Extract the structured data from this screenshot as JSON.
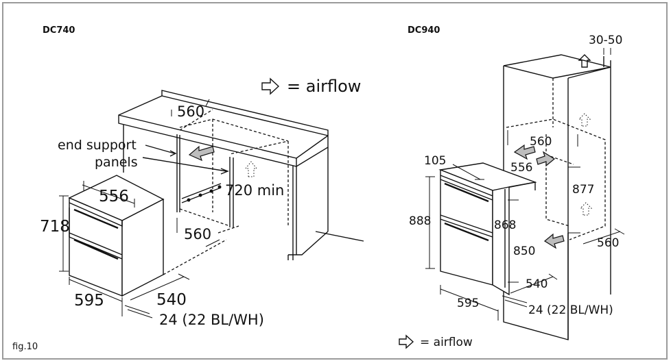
{
  "left_panel": {
    "model": "DC740",
    "legend_text": "= airflow",
    "end_support_line1": "end support",
    "end_support_line2": "panels",
    "dim_560_top": "560",
    "dim_720": "720 min",
    "dim_560_bottom": "560",
    "dim_556": "556",
    "dim_718": "718",
    "dim_595": "595",
    "dim_540": "540",
    "dim_24": "24 (22 BL/WH)"
  },
  "right_panel": {
    "model": "DC940",
    "dim_30_50": "30-50",
    "dim_560_top": "560",
    "dim_556": "556",
    "dim_105": "105",
    "dim_877": "877",
    "dim_888": "888",
    "dim_868": "868",
    "dim_850": "850",
    "dim_560_right": "560",
    "dim_540": "540",
    "dim_595": "595",
    "dim_24": "24 (22 BL/WH)",
    "legend_text": "= airflow"
  },
  "figure_label": "fig.10",
  "icons": [
    "airflow-arrow-icon"
  ]
}
